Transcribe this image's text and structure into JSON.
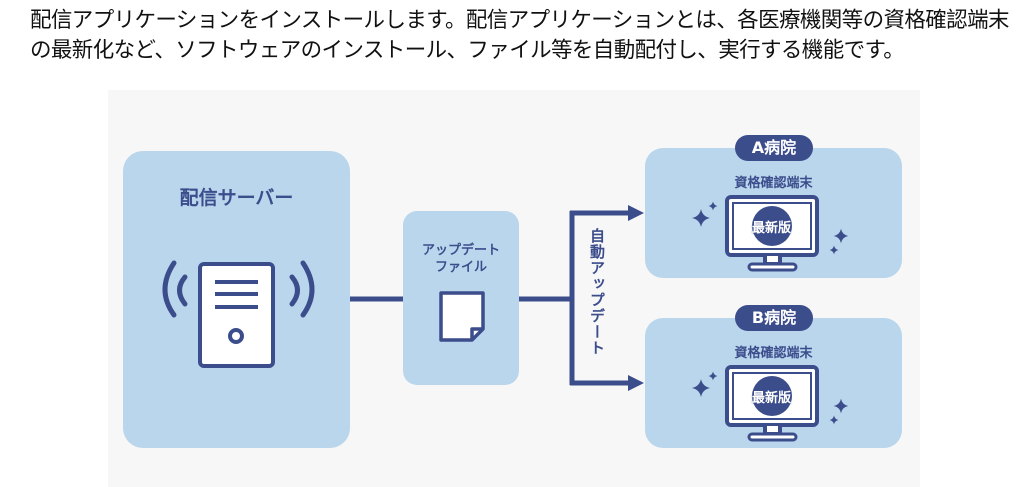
{
  "intro_text": "配信アプリケーションをインストールします。配信アプリケーションとは、各医療機関等の資格確認端末の最新化など、ソフトウェアのインストール、ファイル等を自動配付し、実行する機能です。",
  "diagram": {
    "server": {
      "title": "配信サーバー",
      "icon": "server-with-wireless-waves-icon"
    },
    "update_file": {
      "line1": "アップデート",
      "line2": "ファイル",
      "icon": "document-icon"
    },
    "auto_update_label": "自動アップデート",
    "hospitals": [
      {
        "badge": "A病院",
        "device_label": "資格確認端末",
        "screen_label": "最新版",
        "icon": "monitor-icon"
      },
      {
        "badge": "B病院",
        "device_label": "資格確認端末",
        "screen_label": "最新版",
        "icon": "monitor-icon"
      }
    ],
    "colors": {
      "box": "#b9d6ec",
      "accent": "#3c4d8c",
      "background": "#f7f7f7"
    }
  }
}
